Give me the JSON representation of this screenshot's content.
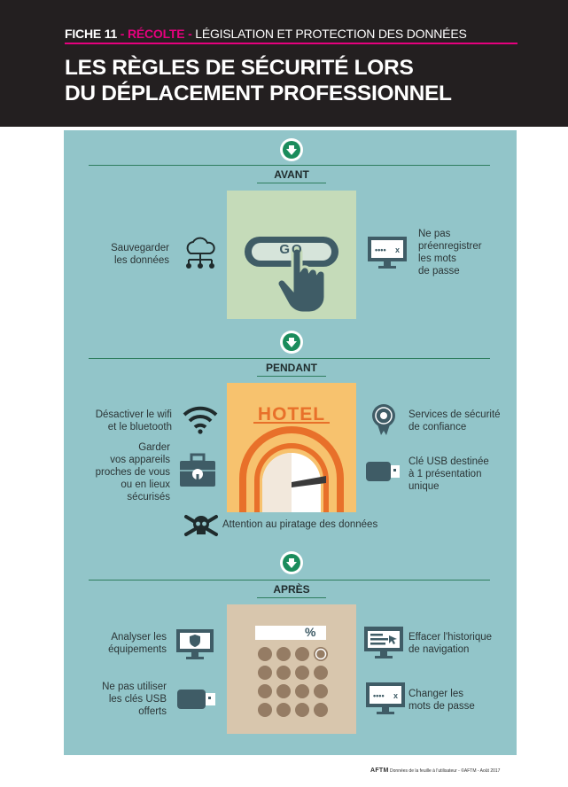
{
  "header": {
    "fiche": "FICHE 11",
    "sep1": " - ",
    "recolte": "RÉCOLTE",
    "sep2": " - ",
    "topic": "LÉGISLATION ET PROTECTION DES DONNÉES",
    "title_line1": "LES RÈGLES DE SÉCURITÉ LORS",
    "title_line2": "DU DÉPLACEMENT PROFESSIONNEL"
  },
  "colors": {
    "header_bg": "#231f20",
    "accent_pink": "#e6007e",
    "panel_bg": "#92c5c9",
    "green": "#1a8c5c",
    "slate": "#3f5c66",
    "avant_square": "#c5dbb9",
    "hotel_square": "#f7c26e",
    "hotel_orange": "#e8702a",
    "apres_square": "#d8c6ad",
    "keypad_brown": "#957c64"
  },
  "sections": {
    "avant": {
      "label": "AVANT",
      "button_text": "GO",
      "left_text": "Sauvegarder\nles données",
      "left_icon": "cloud-network-icon",
      "right_text": "Ne pas\npréenregistrer\nles mots\nde passe",
      "right_icon": "password-monitor-icon"
    },
    "pendant": {
      "label": "PENDANT",
      "hotel_text": "HOTEL",
      "left_top_text": "Désactiver le wifi\net le bluetooth",
      "left_top_icon": "wifi-icon",
      "left_bottom_text": "Garder\nvos appareils\nproches de vous\nou en lieux\nsécurisés",
      "left_bottom_icon": "locked-briefcase-icon",
      "right_top_text": "Services de sécurité\nde confiance",
      "right_top_icon": "security-badge-icon",
      "right_bottom_text": "Clé USB destinée\nà 1 présentation\nunique",
      "right_bottom_icon": "usb-key-icon",
      "warning_text": "Attention au piratage des données",
      "warning_icon": "skull-crossbones-icon"
    },
    "apres": {
      "label": "APRÈS",
      "display_text": "%",
      "left_top_text": "Analyser les\néquipements",
      "left_top_icon": "shield-monitor-icon",
      "left_bottom_text": "Ne pas utiliser\nles clés USB\nofferts",
      "left_bottom_icon": "usb-key-icon",
      "right_top_text": "Effacer l'historique\nde navigation",
      "right_top_icon": "browser-history-icon",
      "right_bottom_text": "Changer les\nmots de passe",
      "right_bottom_icon": "password-monitor-icon"
    }
  },
  "footer": {
    "logo": "AFTM",
    "text": "Données de la feuille à l'utilisateur - ©AFTM - Août 2017"
  }
}
